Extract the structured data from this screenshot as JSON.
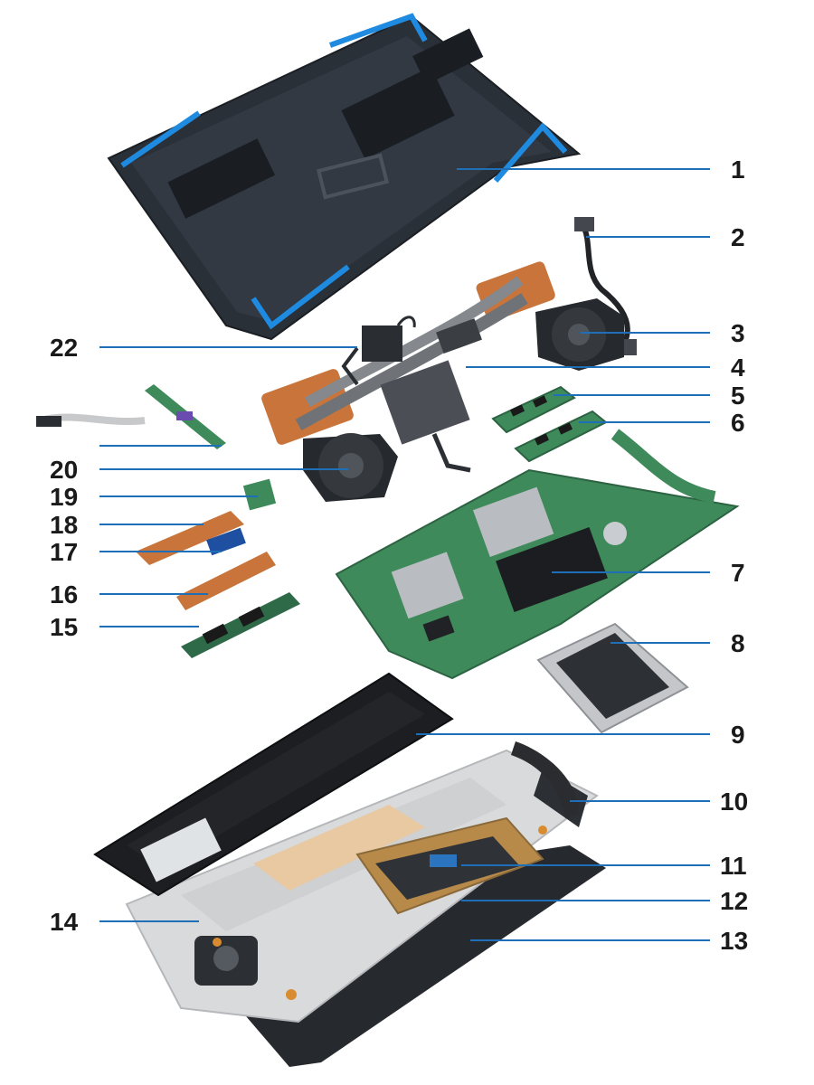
{
  "colors": {
    "leader": "#1f6fb8",
    "accent_blue": "#1e8be0",
    "chassis_dark": "#2a3038",
    "pcb_green": "#3f8a5a",
    "copper": "#c8743a",
    "battery_black": "#1c1e22",
    "palmrest_grey": "#d9dadc"
  },
  "callouts": [
    {
      "id": "1",
      "label": "1",
      "part": "base-cover"
    },
    {
      "id": "2",
      "label": "2",
      "part": "dc-in-port"
    },
    {
      "id": "3",
      "label": "3",
      "part": "right-fan"
    },
    {
      "id": "4",
      "label": "4",
      "part": "heat-sink"
    },
    {
      "id": "5",
      "label": "5",
      "part": "memory-module-1"
    },
    {
      "id": "6",
      "label": "6",
      "part": "memory-module-2"
    },
    {
      "id": "7",
      "label": "7",
      "part": "system-board"
    },
    {
      "id": "8",
      "label": "8",
      "part": "hard-drive-bracket"
    },
    {
      "id": "9",
      "label": "9",
      "part": "battery"
    },
    {
      "id": "10",
      "label": "10",
      "part": "speaker-right"
    },
    {
      "id": "11",
      "label": "11",
      "part": "touchpad-bracket"
    },
    {
      "id": "12",
      "label": "12",
      "part": "touchpad"
    },
    {
      "id": "13",
      "label": "13",
      "part": "palm-rest-keyboard-assembly"
    },
    {
      "id": "14",
      "label": "14",
      "part": "speaker-left"
    },
    {
      "id": "15",
      "label": "15",
      "part": "ssd-2280"
    },
    {
      "id": "16",
      "label": "16",
      "part": "ssd-thermal-plate-2280"
    },
    {
      "id": "17",
      "label": "17",
      "part": "ssd-2230"
    },
    {
      "id": "18",
      "label": "18",
      "part": "ssd-thermal-plate-2230"
    },
    {
      "id": "19",
      "label": "19",
      "part": "wlan-card"
    },
    {
      "id": "20",
      "label": "20",
      "part": "left-fan"
    },
    {
      "id": "21",
      "label": "",
      "part": "io-board-and-cable"
    },
    {
      "id": "22",
      "label": "22",
      "part": "power-button"
    }
  ]
}
